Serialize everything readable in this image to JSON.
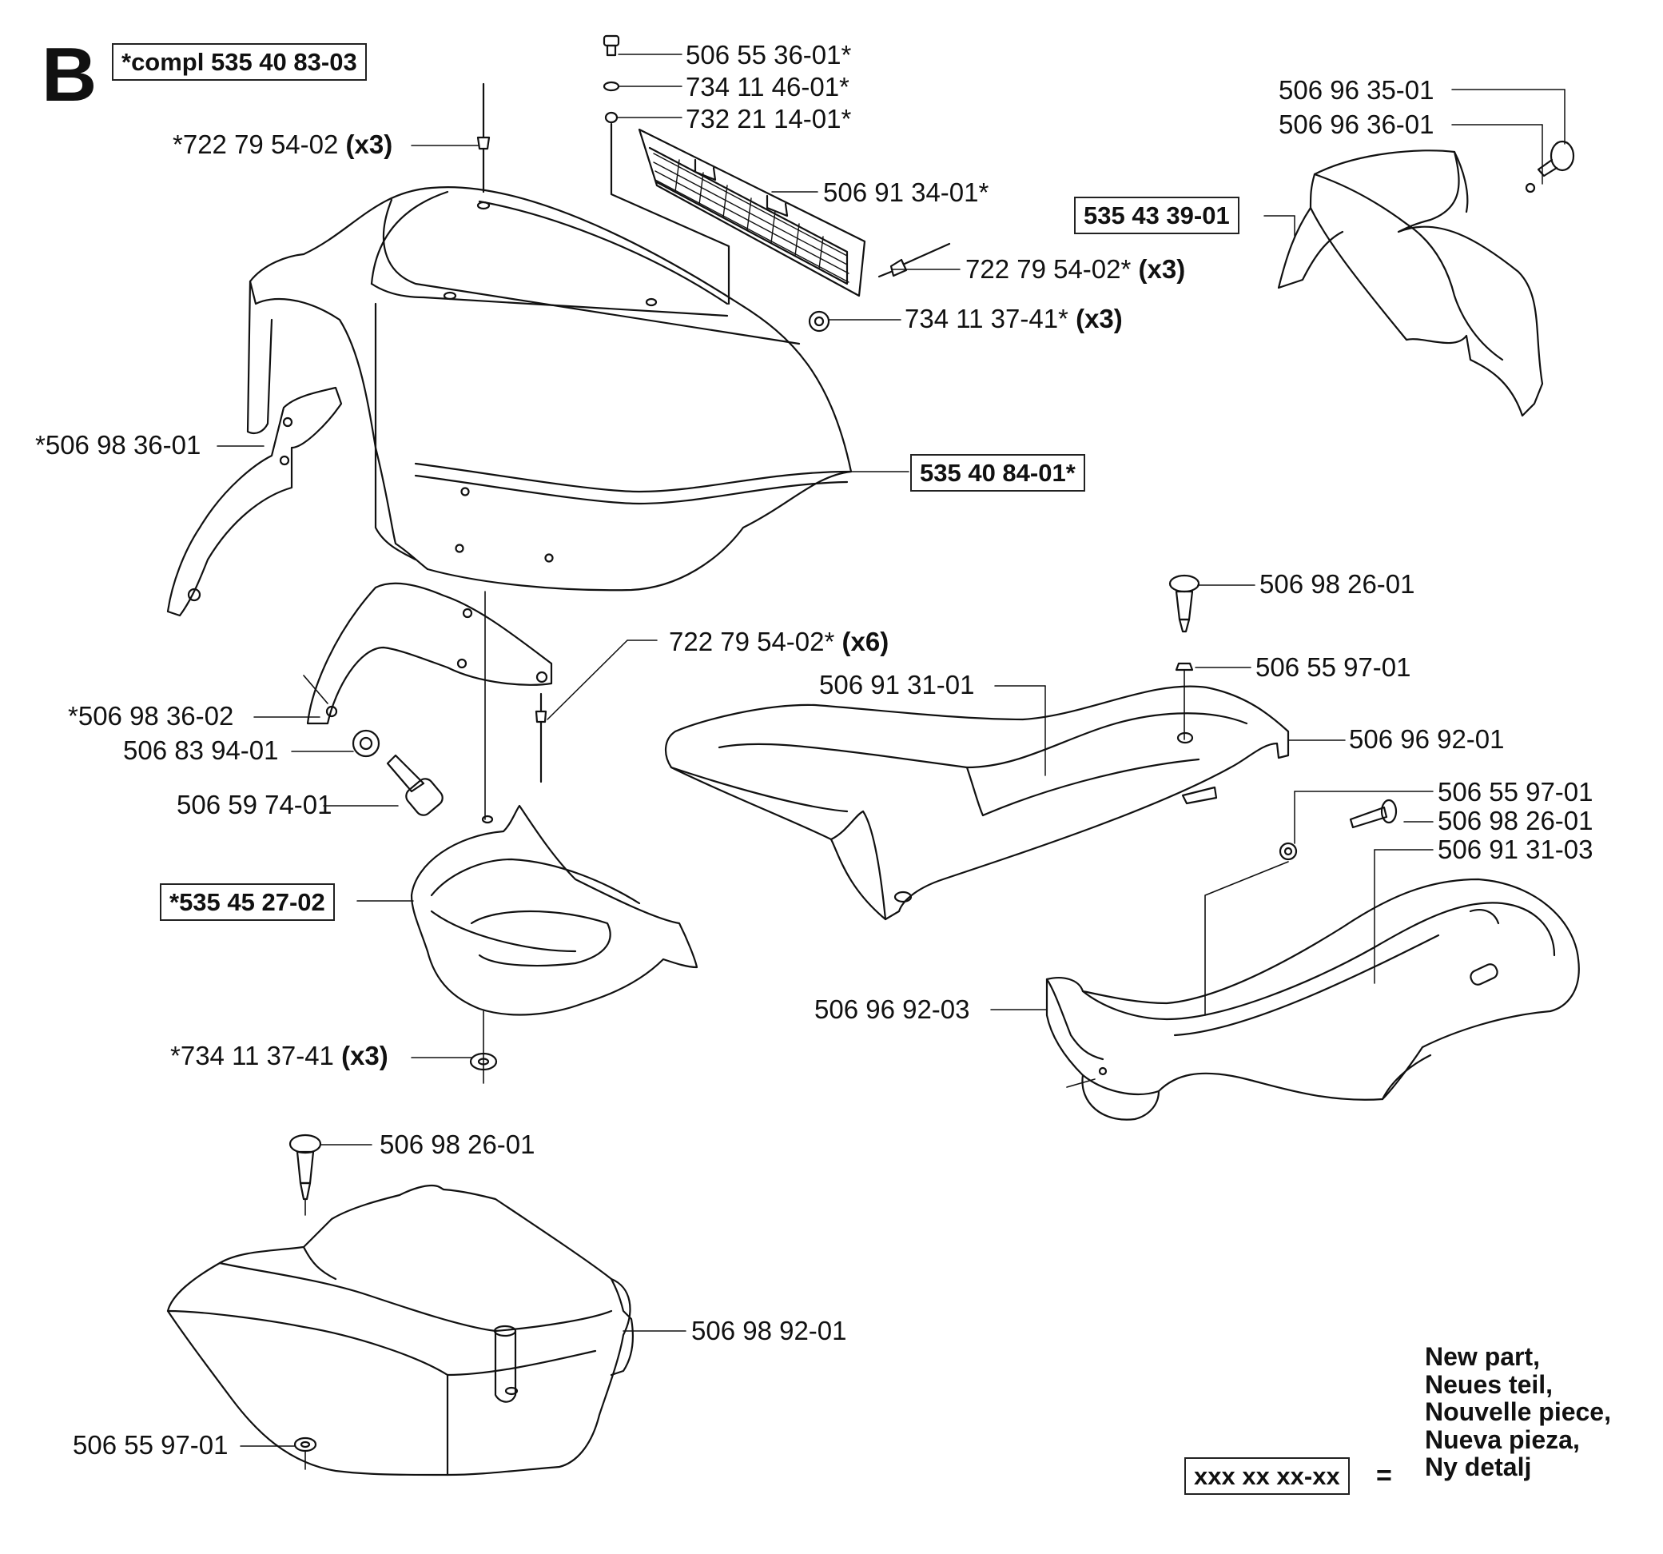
{
  "section_letter": "B",
  "assembly_kit": "*compl 535 40 83-03",
  "parts": {
    "p1": {
      "num": "506 55 36-01*",
      "qty": ""
    },
    "p2": {
      "num": "734 11 46-01*",
      "qty": ""
    },
    "p3": {
      "num": "732 21 14-01*",
      "qty": ""
    },
    "p4": {
      "num": "506 91 34-01*",
      "qty": ""
    },
    "p5": {
      "num": "722 79 54-02*",
      "qty": "(x3)"
    },
    "p6": {
      "num": "734 11 37-41*",
      "qty": "(x3)"
    },
    "p7": {
      "num": "*722 79 54-02",
      "qty": "(x3)"
    },
    "p8": {
      "num": "*506 98 36-01",
      "qty": ""
    },
    "p9": {
      "num": "535 40 84-01*",
      "qty": ""
    },
    "p10": {
      "num": "506 96 35-01",
      "qty": ""
    },
    "p11": {
      "num": "506 96 36-01",
      "qty": ""
    },
    "p12": {
      "num": "535 43 39-01",
      "qty": ""
    },
    "p13": {
      "num": "722 79 54-02*",
      "qty": "(x6)"
    },
    "p14": {
      "num": "*506 98 36-02",
      "qty": ""
    },
    "p15": {
      "num": "506 83 94-01",
      "qty": ""
    },
    "p16": {
      "num": "506 59 74-01",
      "qty": ""
    },
    "p17": {
      "num": "*535 45 27-02",
      "qty": ""
    },
    "p18": {
      "num": "*734 11 37-41",
      "qty": "(x3)"
    },
    "p19": {
      "num": "506 98 26-01",
      "qty": ""
    },
    "p20": {
      "num": "506 55 97-01",
      "qty": ""
    },
    "p21": {
      "num": "506 91 31-01",
      "qty": ""
    },
    "p22": {
      "num": "506 96 92-01",
      "qty": ""
    },
    "p23": {
      "num": "506 55 97-01",
      "qty": ""
    },
    "p24": {
      "num": "506 98 26-01",
      "qty": ""
    },
    "p25": {
      "num": "506 91 31-03",
      "qty": ""
    },
    "p26": {
      "num": "506 96 92-03",
      "qty": ""
    },
    "p27": {
      "num": "506 98 26-01",
      "qty": ""
    },
    "p28": {
      "num": "506 98 92-01",
      "qty": ""
    },
    "p29": {
      "num": "506 55 97-01",
      "qty": ""
    }
  },
  "legend": {
    "sample": "xxx xx xx-xx",
    "equals": "=",
    "lines": [
      "New part,",
      "Neues teil,",
      "Nouvelle piece,",
      "Nueva pieza,",
      "Ny detalj"
    ]
  }
}
